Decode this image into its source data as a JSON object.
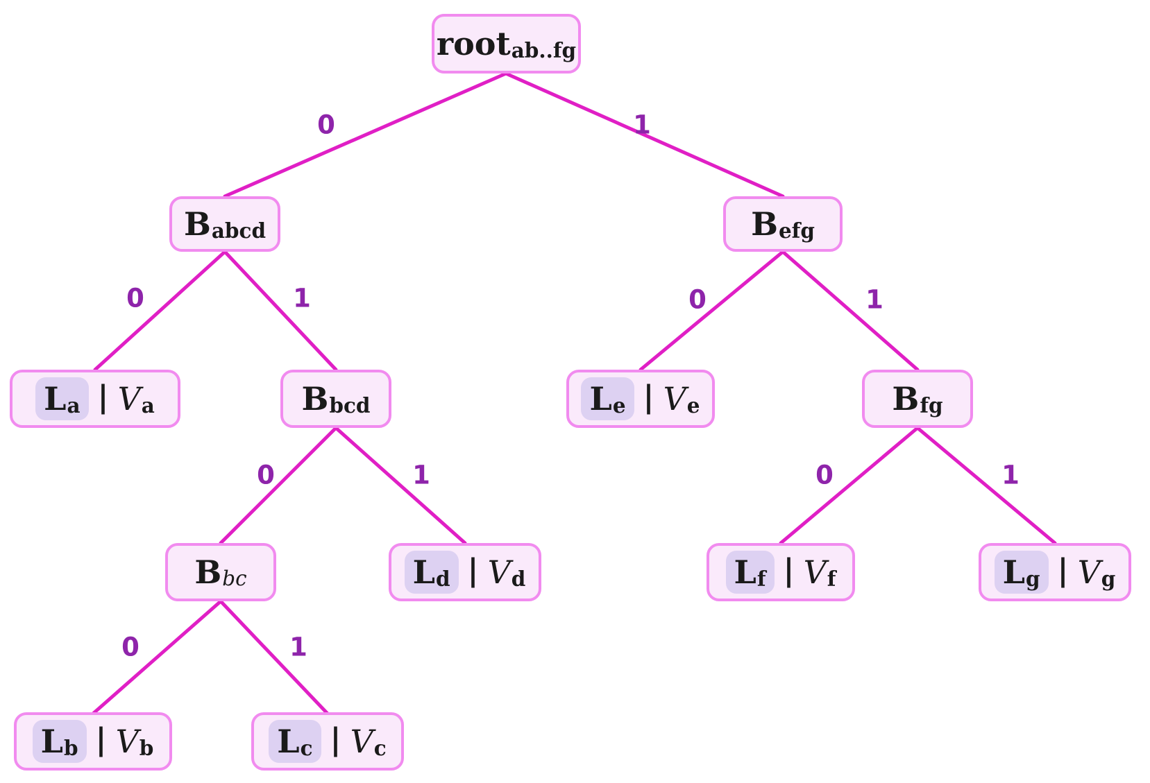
{
  "diagram": {
    "type": "binary-tree",
    "palette": {
      "edge_line": "#e01fc5",
      "node_border": "#f18bef",
      "node_fill": "#faeafb",
      "leaf_highlight": "#ddd1f2",
      "edge_label": "#8e24aa",
      "text": "#1a1a1a"
    },
    "nodes": {
      "root": {
        "main": "root",
        "sub": "ab..fg"
      },
      "b_abcd": {
        "main": "B",
        "sub": "abcd"
      },
      "b_efg": {
        "main": "B",
        "sub": "efg"
      },
      "l_a": {
        "l": "L",
        "l_sub": "a",
        "sep": "|",
        "v": "V",
        "v_sub": "a"
      },
      "b_bcd": {
        "main": "B",
        "sub": "bcd"
      },
      "l_e": {
        "l": "L",
        "l_sub": "e",
        "sep": "|",
        "v": "V",
        "v_sub": "e"
      },
      "b_fg": {
        "main": "B",
        "sub": "fg"
      },
      "b_bc": {
        "main": "B",
        "sub": "bc"
      },
      "l_d": {
        "l": "L",
        "l_sub": "d",
        "sep": "|",
        "v": "V",
        "v_sub": "d"
      },
      "l_f": {
        "l": "L",
        "l_sub": "f",
        "sep": "|",
        "v": "V",
        "v_sub": "f"
      },
      "l_g": {
        "l": "L",
        "l_sub": "g",
        "sep": "|",
        "v": "V",
        "v_sub": "g"
      },
      "l_b": {
        "l": "L",
        "l_sub": "b",
        "sep": "|",
        "v": "V",
        "v_sub": "b"
      },
      "l_c": {
        "l": "L",
        "l_sub": "c",
        "sep": "|",
        "v": "V",
        "v_sub": "c"
      }
    },
    "edges": [
      {
        "from": "root",
        "to": "b_abcd",
        "label": "0"
      },
      {
        "from": "root",
        "to": "b_efg",
        "label": "1"
      },
      {
        "from": "b_abcd",
        "to": "l_a",
        "label": "0"
      },
      {
        "from": "b_abcd",
        "to": "b_bcd",
        "label": "1"
      },
      {
        "from": "b_efg",
        "to": "l_e",
        "label": "0"
      },
      {
        "from": "b_efg",
        "to": "b_fg",
        "label": "1"
      },
      {
        "from": "b_bcd",
        "to": "b_bc",
        "label": "0"
      },
      {
        "from": "b_bcd",
        "to": "l_d",
        "label": "1"
      },
      {
        "from": "b_fg",
        "to": "l_f",
        "label": "0"
      },
      {
        "from": "b_fg",
        "to": "l_g",
        "label": "1"
      },
      {
        "from": "b_bc",
        "to": "l_b",
        "label": "0"
      },
      {
        "from": "b_bc",
        "to": "l_c",
        "label": "1"
      }
    ]
  }
}
